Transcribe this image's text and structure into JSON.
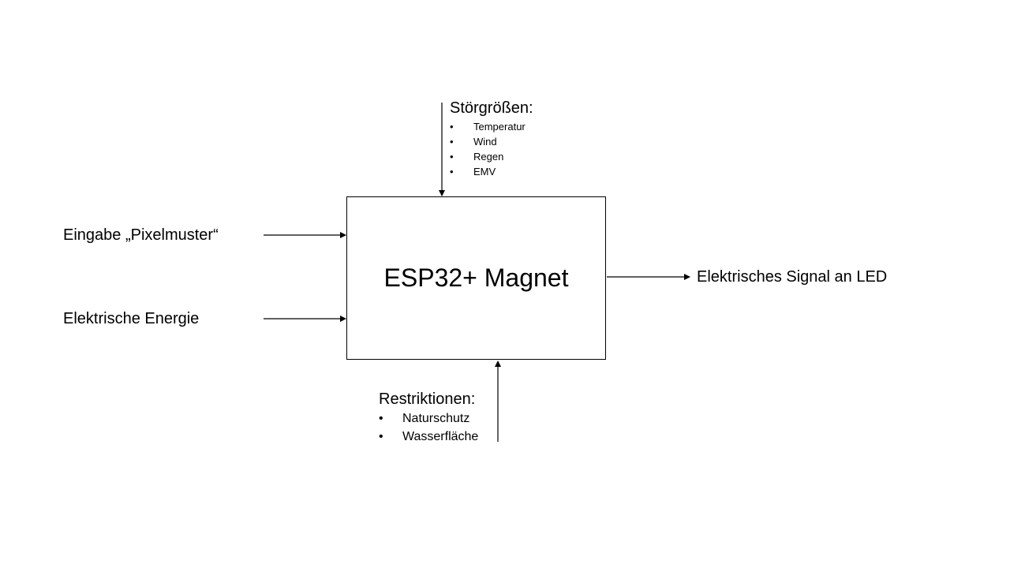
{
  "system": {
    "title": "ESP32+ Magnet"
  },
  "inputs": [
    {
      "label": "Eingabe „Pixelmuster“"
    },
    {
      "label": "Elektrische Energie"
    }
  ],
  "output": {
    "label": "Elektrisches Signal an LED"
  },
  "disturbances": {
    "heading": "Störgrößen:",
    "items": [
      "Temperatur",
      "Wind",
      "Regen",
      "EMV"
    ],
    "bullet": "•"
  },
  "restrictions": {
    "heading": "Restriktionen:",
    "items": [
      "Naturschutz",
      "Wasserfläche"
    ],
    "bullet": "•"
  },
  "colors": {
    "line": "#000000",
    "text": "#000000",
    "background": "#ffffff"
  }
}
